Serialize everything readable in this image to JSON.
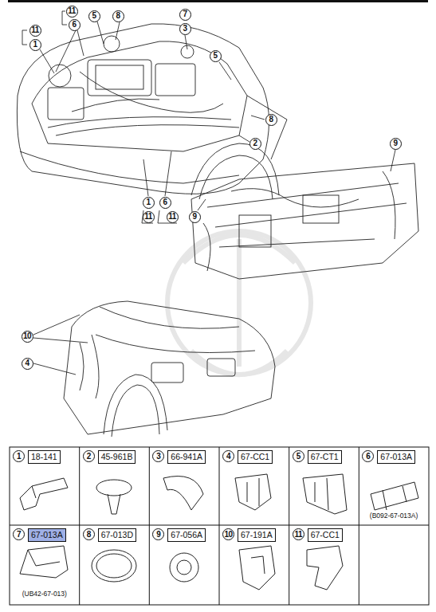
{
  "diagram": {
    "labels": [
      "11",
      "1",
      "11",
      "6",
      "5",
      "8",
      "7",
      "3",
      "5",
      "8",
      "2",
      "1",
      "11",
      "6",
      "11",
      "9",
      "9",
      "10",
      "4",
      "1",
      "18-141",
      "2",
      "45-961B",
      "3",
      "66-941A",
      "4",
      "67-CC1",
      "5",
      "67-CT1",
      "6",
      "67-013A",
      "(B092-67-013A)",
      "7",
      "67-013A",
      "(UB42-67-013)",
      "8",
      "67-013D",
      "9",
      "67-056A",
      "10",
      "67-191A",
      "11",
      "67-CC1"
    ]
  }
}
